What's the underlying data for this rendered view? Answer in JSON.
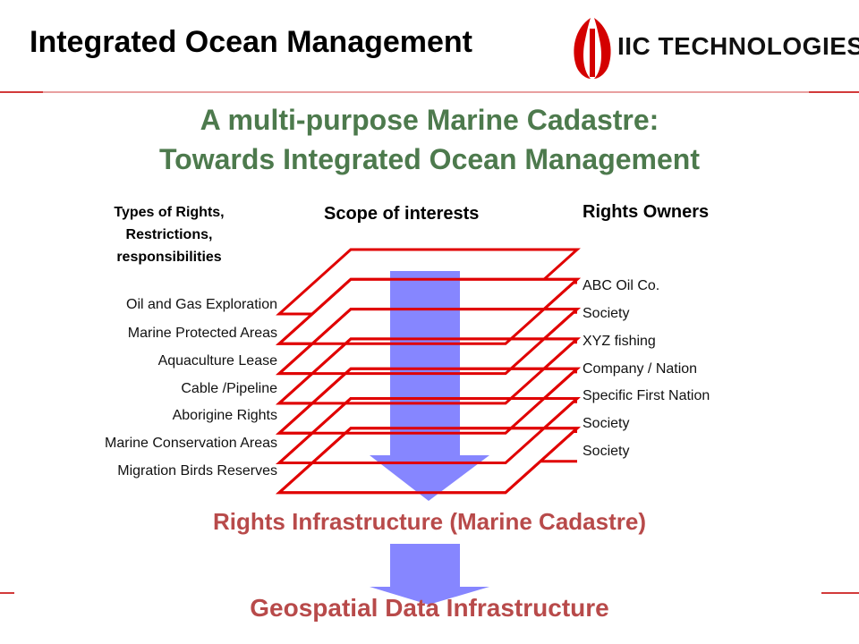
{
  "header": {
    "title": "Integrated Ocean Management",
    "logo_text": "IIC TECHNOLOGIES"
  },
  "title": {
    "line1": "A multi-purpose Marine Cadastre:",
    "line2": "Towards Integrated Ocean Management"
  },
  "columns": {
    "types_heading": [
      "Types of Rights,",
      "Restrictions,",
      "responsibilities"
    ],
    "scope_heading": "Scope of interests",
    "owners_heading": "Rights Owners"
  },
  "rights_types": [
    "Oil and Gas Exploration",
    "Marine Protected Areas",
    "Aquaculture Lease",
    "Cable /Pipeline",
    "Aborigine Rights",
    "Marine Conservation Areas",
    "Migration Birds Reserves"
  ],
  "rights_owners": [
    "ABC Oil Co.",
    "Society",
    "XYZ fishing",
    "Company  / Nation",
    "Specific First Nation",
    "Society",
    "Society"
  ],
  "footer": {
    "cadastre": "Rights Infrastructure (Marine Cadastre)",
    "sdi": "Geospatial Data Infrastructure"
  },
  "colors": {
    "accent_red": "#e00000",
    "arrow_blue": "#8080ff",
    "title_green": "#4d7a4d",
    "label_red": "#b84a4a"
  }
}
